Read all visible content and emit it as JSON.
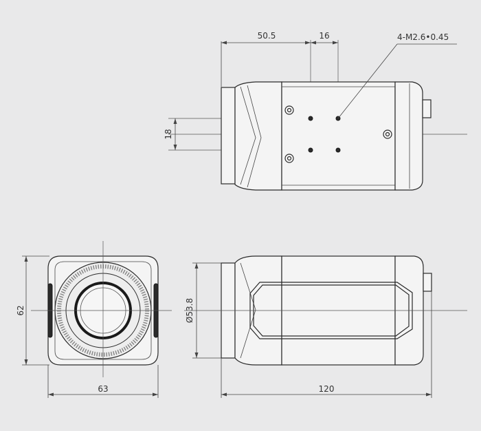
{
  "dimensions": {
    "top_width_a": "50.5",
    "top_width_b": "16",
    "thread_callout": "4-M2.6•0.45",
    "top_height": "18",
    "front_height": "62",
    "front_width": "63",
    "lens_diameter": "Ø53.8",
    "side_length": "120"
  },
  "colors": {
    "background": "#e9e9ea",
    "line": "#2a2a2a"
  }
}
